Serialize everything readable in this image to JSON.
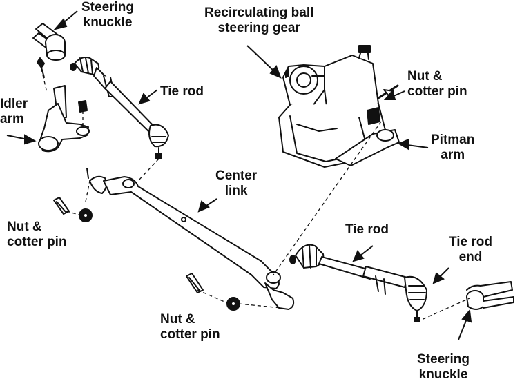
{
  "labels": {
    "steering_knuckle_top": [
      "Steering",
      "knuckle"
    ],
    "recirculating_ball": [
      "Recirculating ball",
      "steering gear"
    ],
    "idler_arm": [
      "Idler",
      "arm"
    ],
    "tie_rod_upper": [
      "Tie rod"
    ],
    "nut_cotter_right": [
      "Nut &",
      "cotter pin"
    ],
    "pitman_arm": [
      "Pitman",
      "arm"
    ],
    "center_link": [
      "Center",
      "link"
    ],
    "nut_cotter_left": [
      "Nut &",
      "cotter pin"
    ],
    "tie_rod_lower": [
      "Tie rod"
    ],
    "tie_rod_end": [
      "Tie rod",
      "end"
    ],
    "nut_cotter_bottom": [
      "Nut &",
      "cotter pin"
    ],
    "steering_knuckle_bottom": [
      "Steering",
      "knuckle"
    ]
  },
  "colors": {
    "ink": "#111111",
    "paper": "#ffffff",
    "shade": "#d9d9d9"
  }
}
